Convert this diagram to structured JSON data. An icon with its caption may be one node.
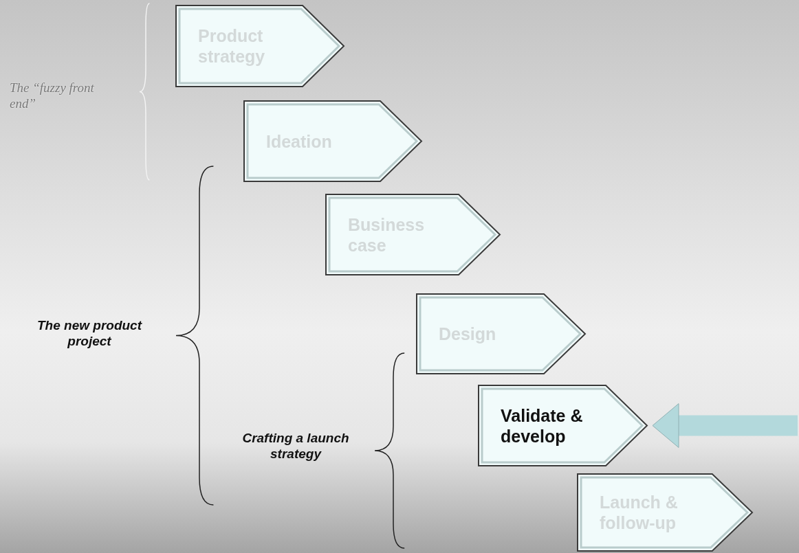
{
  "diagram": {
    "nodes": [
      {
        "text": [
          "Product strategy"
        ]
      },
      {
        "text": [
          "Ideation"
        ]
      },
      {
        "text": [
          "Business case"
        ]
      },
      {
        "text": [
          "Design"
        ]
      },
      {
        "text": [
          "Validate & develop"
        ]
      },
      {
        "text": [
          "Launch & follow-up"
        ]
      }
    ],
    "edges": [
      {
        "from": null,
        "to": 4,
        "arrow": "to"
      }
    ],
    "labels": [
      "The “fuzzy front end”",
      "The new product project",
      "Crafting a launch strategy"
    ]
  }
}
